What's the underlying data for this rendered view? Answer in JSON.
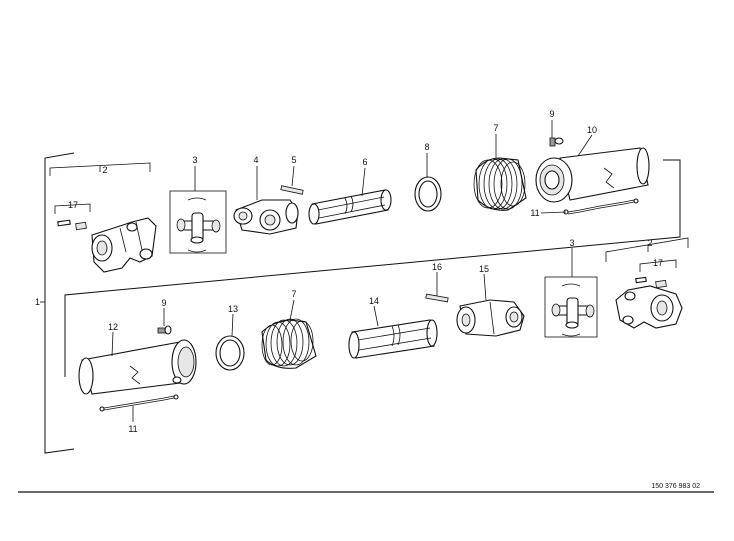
{
  "drawing_number": "150 376 983 02",
  "assembly_label": "1",
  "callouts": {
    "c2a": "2",
    "c17a": "17",
    "c3a": "3",
    "c4": "4",
    "c5": "5",
    "c6": "6",
    "c8": "8",
    "c7a": "7",
    "c9a": "9",
    "c10": "10",
    "c11a": "11",
    "c3b": "3",
    "c2b": "2",
    "c17b": "17",
    "c16": "16",
    "c15": "15",
    "c14": "14",
    "c7b": "7",
    "c13": "13",
    "c9b": "9",
    "c12": "12",
    "c11b": "11"
  }
}
